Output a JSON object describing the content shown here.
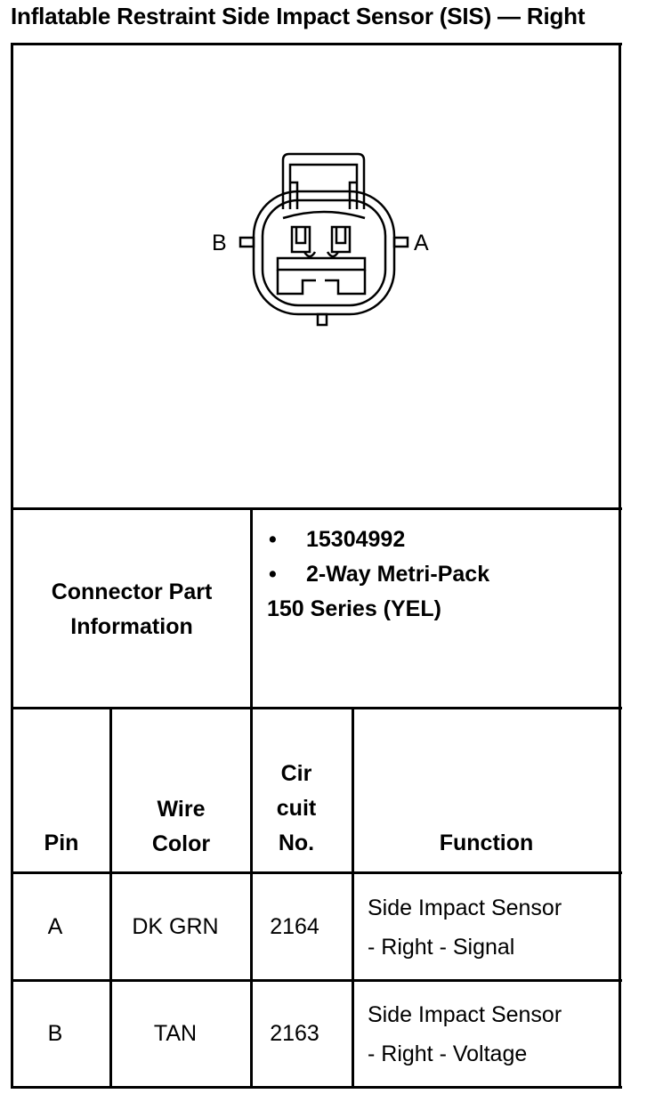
{
  "title": "Inflatable Restraint Side Impact Sensor (SIS) — Right",
  "diagram": {
    "pin_labels": [
      "B",
      "A"
    ]
  },
  "connector_info": {
    "label_line1": "Connector Part",
    "label_line2": "Information",
    "items": [
      "15304992",
      "2-Way Metri-Pack"
    ],
    "bullet": "•",
    "extra_line": "150 Series (YEL)"
  },
  "table": {
    "headers": {
      "pin": "Pin",
      "wire_color_line1": "Wire",
      "wire_color_line2": "Color",
      "circuit_line1": "Cir",
      "circuit_line2": "cuit",
      "circuit_line3": "No.",
      "function": "Function"
    },
    "rows": [
      {
        "pin": "A",
        "wire_color": "DK GRN",
        "circuit": "2164",
        "function_line1": "Side Impact Sensor",
        "function_line2": "- Right - Signal"
      },
      {
        "pin": "B",
        "wire_color": "TAN",
        "circuit": "2163",
        "function_line1": "Side Impact Sensor",
        "function_line2": "- Right - Voltage"
      }
    ]
  }
}
